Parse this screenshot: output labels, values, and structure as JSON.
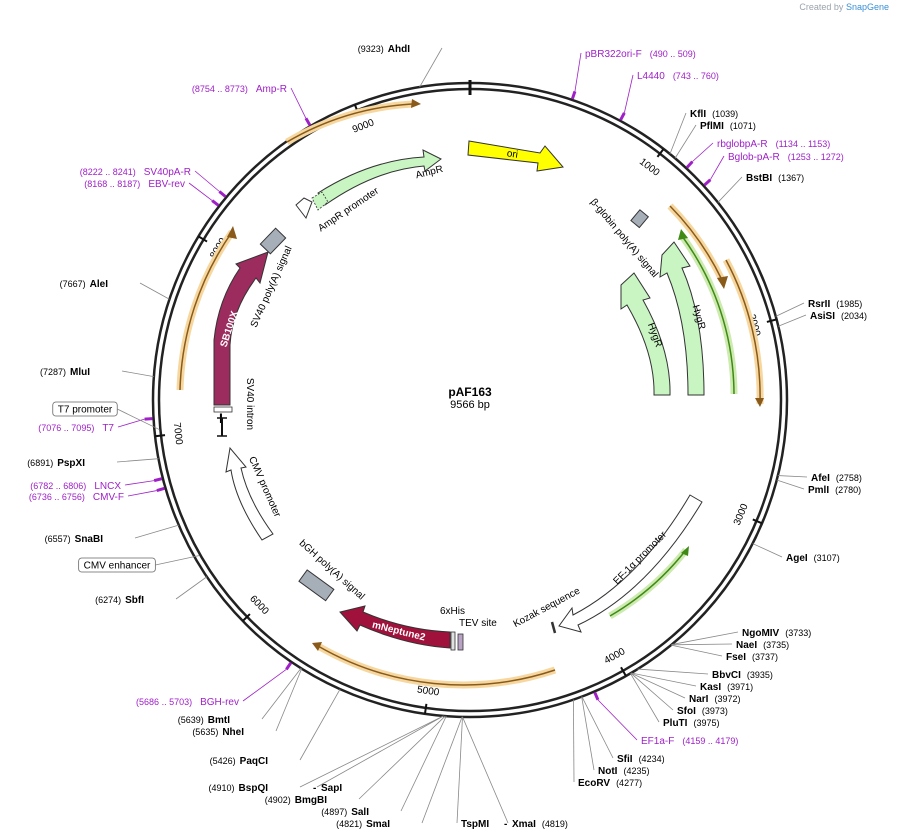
{
  "credit": {
    "prefix": "Created by",
    "brand": "SnapGene"
  },
  "plasmid": {
    "name": "pAF163",
    "length_label": "9566 bp",
    "length": 9566
  },
  "colors": {
    "backbone": "#222222",
    "primer": "#a020c8",
    "orange_feature": "#c5751f",
    "orange_glow": "#f6d79f",
    "green_feature": "#3f8a15",
    "green_glow": "#cdeab0",
    "marker_fill": "#c8f5c2",
    "ori_fill": "#ffff00",
    "s8100x_fill": "#9c2b5e",
    "mneptune_fill": "#a0123c",
    "polyA_fill": "#a6aeb7"
  },
  "ticks": [
    {
      "bp": 1000,
      "label": "1000"
    },
    {
      "bp": 2000,
      "label": "2000"
    },
    {
      "bp": 3000,
      "label": "3000"
    },
    {
      "bp": 4000,
      "label": "4000"
    },
    {
      "bp": 5000,
      "label": "5000"
    },
    {
      "bp": 6000,
      "label": "6000"
    },
    {
      "bp": 7000,
      "label": "7000"
    },
    {
      "bp": 8000,
      "label": "8000"
    },
    {
      "bp": 9000,
      "label": "9000"
    }
  ],
  "sites": [
    {
      "name": "AhdI",
      "pos": "(9323)"
    },
    {
      "name": "KflI",
      "pos": "(1039)"
    },
    {
      "name": "PflMI",
      "pos": "(1071)"
    },
    {
      "name": "BstBI",
      "pos": "(1367)"
    },
    {
      "name": "RsrII",
      "pos": "(1985)"
    },
    {
      "name": "AsiSI",
      "pos": "(2034)"
    },
    {
      "name": "AfeI",
      "pos": "(2758)"
    },
    {
      "name": "PmlI",
      "pos": "(2780)"
    },
    {
      "name": "AgeI",
      "pos": "(3107)"
    },
    {
      "name": "NgoMIV",
      "pos": "(3733)"
    },
    {
      "name": "NaeI",
      "pos": "(3735)"
    },
    {
      "name": "FseI",
      "pos": "(3737)"
    },
    {
      "name": "BbvCI",
      "pos": "(3935)"
    },
    {
      "name": "KasI",
      "pos": "(3971)"
    },
    {
      "name": "NarI",
      "pos": "(3972)"
    },
    {
      "name": "SfoI",
      "pos": "(3973)"
    },
    {
      "name": "PluTI",
      "pos": "(3975)"
    },
    {
      "name": "SfiI",
      "pos": "(4234)"
    },
    {
      "name": "NotI",
      "pos": "(4235)"
    },
    {
      "name": "EcoRV",
      "pos": "(4277)"
    },
    {
      "name": "TspMI",
      "pos": ""
    },
    {
      "name": "XmaI",
      "pos": "(4819)"
    },
    {
      "name": "SmaI",
      "pos": "(4821)"
    },
    {
      "name": "SalI",
      "pos": "(4897)"
    },
    {
      "name": "BmgBI",
      "pos": "(4902)"
    },
    {
      "name": "BspQI",
      "pos": "(4910)"
    },
    {
      "name": "SapI",
      "pos": ""
    },
    {
      "name": "PaqCI",
      "pos": "(5426)"
    },
    {
      "name": "NheI",
      "pos": "(5635)"
    },
    {
      "name": "BmtI",
      "pos": "(5639)"
    },
    {
      "name": "SbfI",
      "pos": "(6274)"
    },
    {
      "name": "SnaBI",
      "pos": "(6557)"
    },
    {
      "name": "PspXI",
      "pos": "(6891)"
    },
    {
      "name": "MluI",
      "pos": "(7287)"
    },
    {
      "name": "AleI",
      "pos": "(7667)"
    }
  ],
  "primers": [
    {
      "name": "pBR322ori-F",
      "pos": "(490 .. 509)"
    },
    {
      "name": "L4440",
      "pos": "(743 .. 760)"
    },
    {
      "name": "rbglobpA-R",
      "pos": "(1134 .. 1153)"
    },
    {
      "name": "Bglob-pA-R",
      "pos": "(1253 .. 1272)"
    },
    {
      "name": "EF1a-F",
      "pos": "(4159 .. 4179)"
    },
    {
      "name": "BGH-rev",
      "pos": "(5686 .. 5703)"
    },
    {
      "name": "CMV-F",
      "pos": "(6736 .. 6756)"
    },
    {
      "name": "LNCX",
      "pos": "(6782 .. 6806)"
    },
    {
      "name": "T7",
      "pos": "(7076 .. 7095)"
    },
    {
      "name": "EBV-rev",
      "pos": "(8168 .. 8187)"
    },
    {
      "name": "SV40pA-R",
      "pos": "(8222 .. 8241)"
    },
    {
      "name": "Amp-R",
      "pos": "(8754 .. 8773)"
    }
  ],
  "boxed_labels": [
    {
      "name": "T7 promoter"
    },
    {
      "name": "CMV enhancer"
    }
  ],
  "features": [
    {
      "name": "ori",
      "kind": "origin"
    },
    {
      "name": "AmpR",
      "kind": "marker"
    },
    {
      "name": "AmpR promoter",
      "kind": "promoter"
    },
    {
      "name": "β-globin poly(A) signal",
      "kind": "polyA"
    },
    {
      "name": "HygR",
      "kind": "marker"
    },
    {
      "name": "HygR",
      "kind": "marker"
    },
    {
      "name": "EF-1α promoter",
      "kind": "promoter"
    },
    {
      "name": "Kozak sequence",
      "kind": "misc"
    },
    {
      "name": "TEV site",
      "kind": "misc"
    },
    {
      "name": "6xHis",
      "kind": "tag"
    },
    {
      "name": "mNeptune2",
      "kind": "cds"
    },
    {
      "name": "bGH poly(A) signal",
      "kind": "polyA"
    },
    {
      "name": "CMV promoter",
      "kind": "promoter"
    },
    {
      "name": "SV40 intron",
      "kind": "intron"
    },
    {
      "name": "SB100X",
      "kind": "cds"
    },
    {
      "name": "SV40 poly(A) signal",
      "kind": "polyA"
    }
  ]
}
